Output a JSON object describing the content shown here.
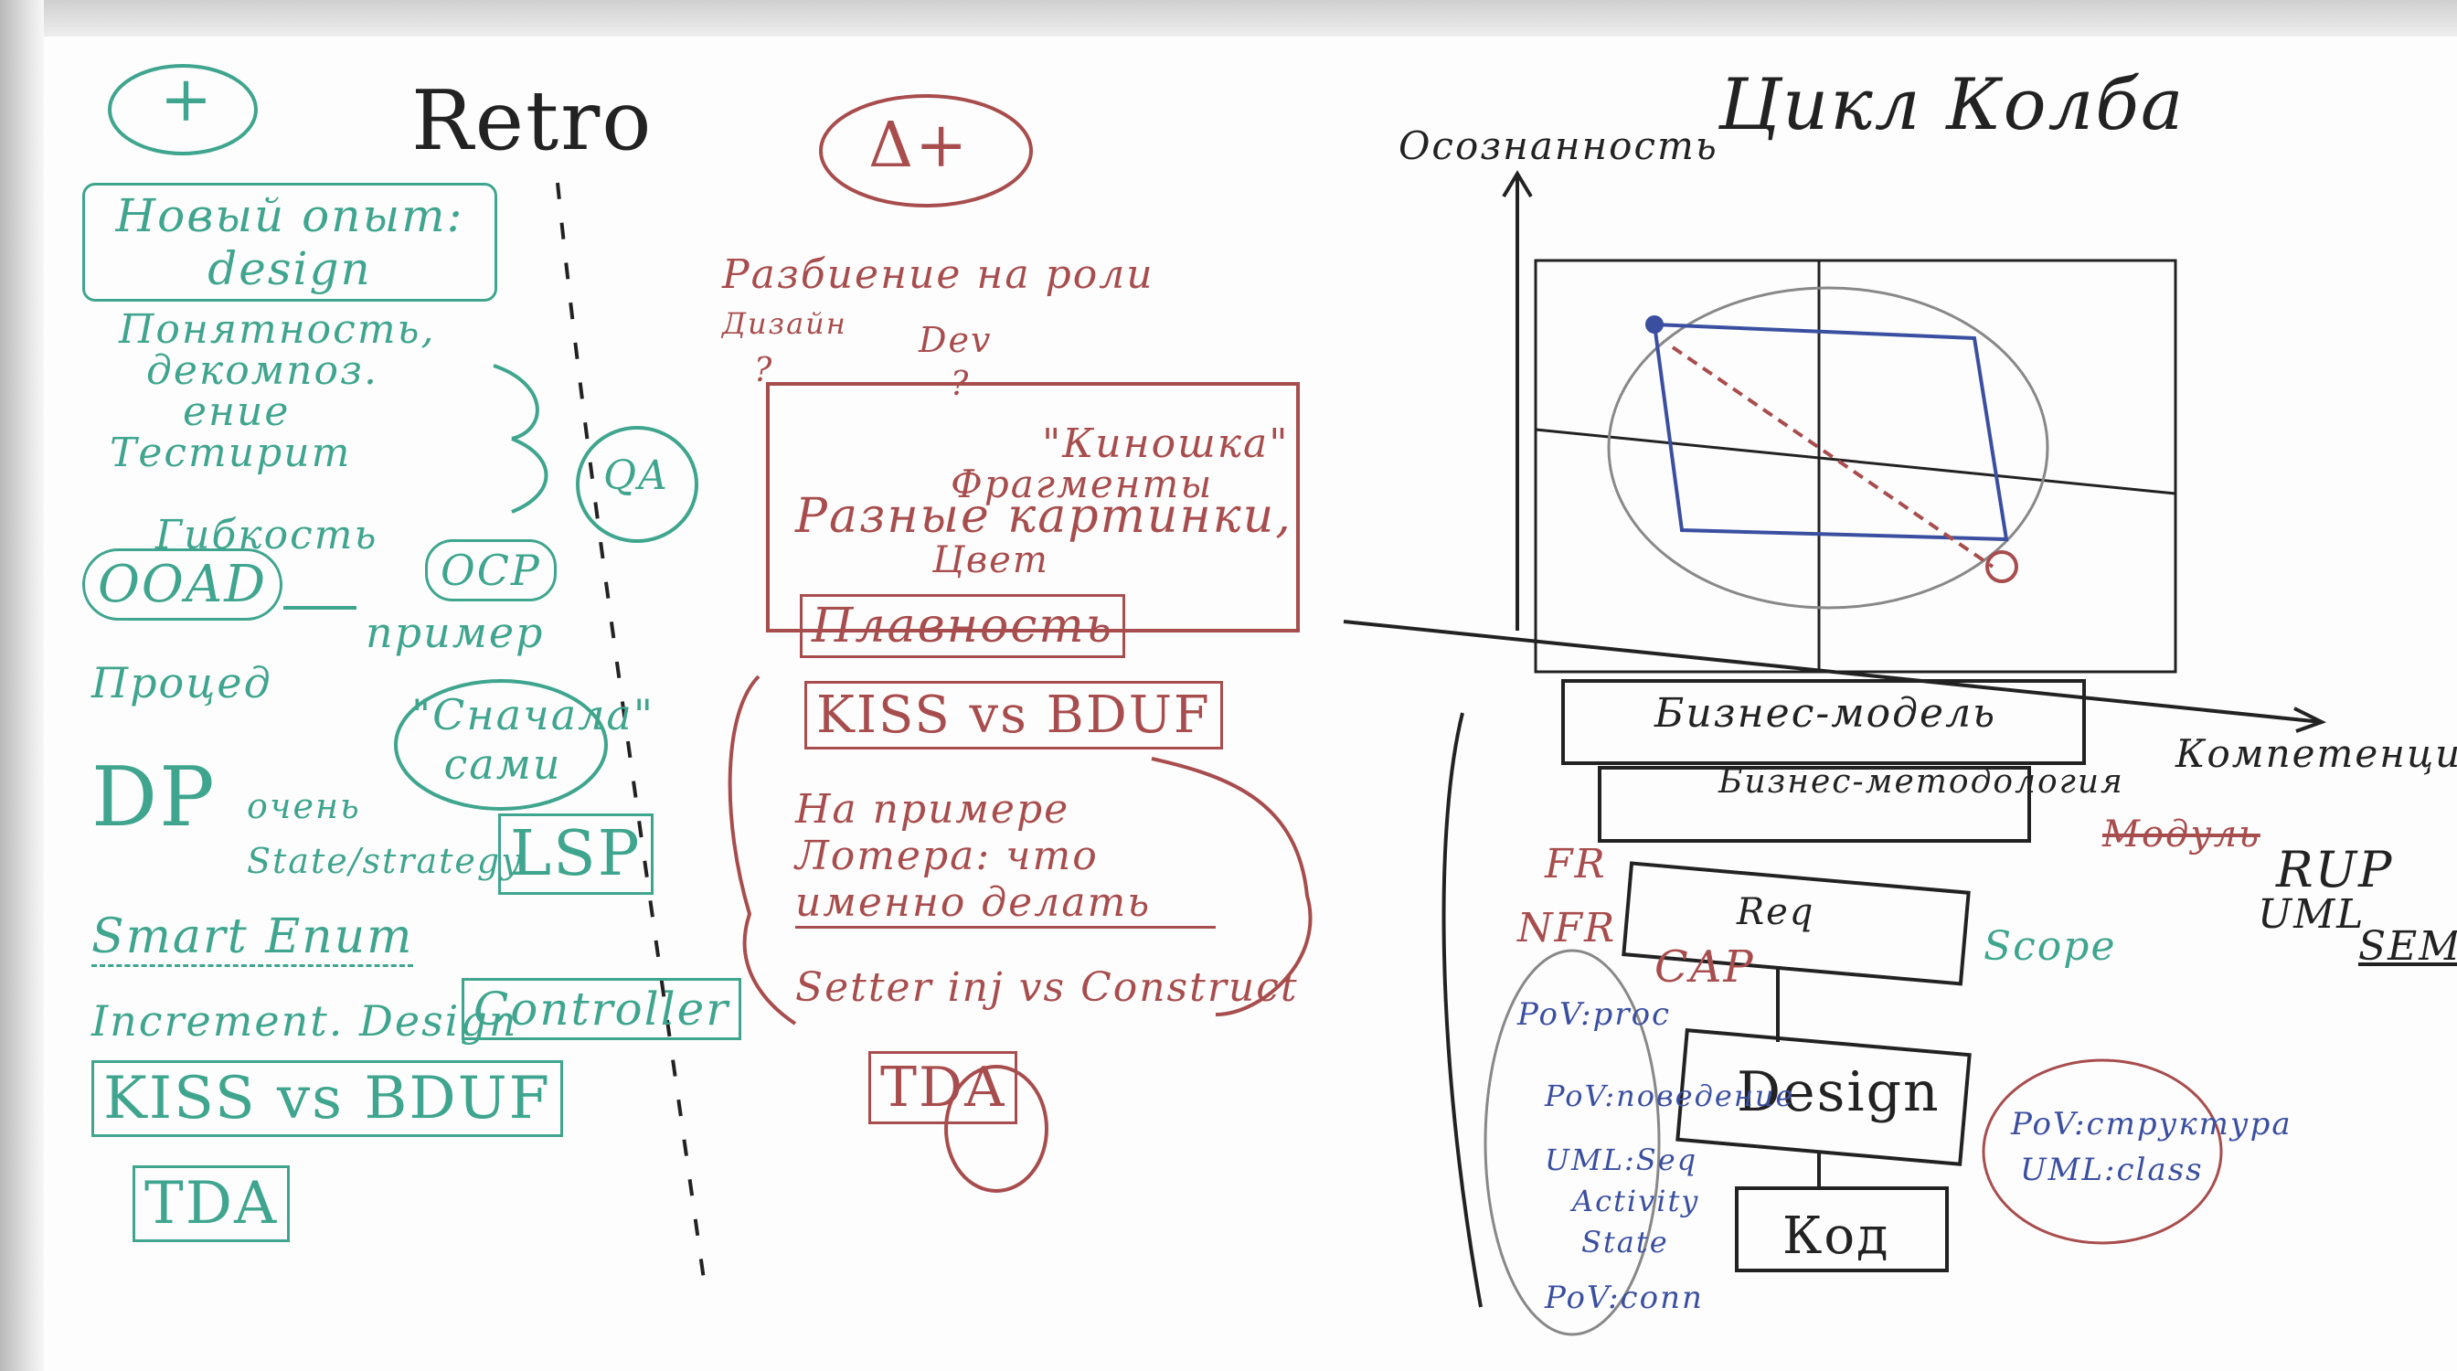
{
  "colors": {
    "teal": "#3fa58e",
    "red": "#a84d4d",
    "black": "#222222",
    "blue": "#3b4fa0"
  },
  "left": {
    "plus": "+",
    "title": "Retro",
    "items": [
      "Новый опыт: design",
      "Понятность,",
      "декомпоз.",
      "ение",
      "Тестирит",
      "Гибкость",
      "OCP",
      "OOAD",
      "пример",
      "Процед",
      "\"Сначала\" сами",
      "DP",
      "очень",
      "State/strategy",
      "Smart Enum",
      "Increment. Design",
      "KISS vs BDUF",
      "TDA",
      "QA",
      "LSP",
      "Controller"
    ]
  },
  "middle": {
    "delta": "Δ+",
    "title": "Разбиение на роли",
    "roles": [
      "Дизайн",
      "Dev",
      "?",
      "?"
    ],
    "items": [
      "\"Киношка\"",
      "Фрагменты",
      "Разные картинки,",
      "Цвет",
      "Плавность",
      "KISS vs BDUF",
      "На примере Лотера: что именно делать",
      "Setter inj vs Construct",
      "TDA"
    ]
  },
  "right": {
    "title": "Цикл Колба",
    "axis_y": "Осознанность",
    "axis_x": "Компетенция",
    "rup": "RUP",
    "uml": "UML",
    "semantics": "SEMA",
    "layers": [
      "Бизнес-модель",
      "Бизнес-методология",
      "Req",
      "Design",
      "Код"
    ],
    "side_notes": [
      "FR",
      "NFR",
      "CAP",
      "Scope",
      "Модуль",
      "PoV:proc",
      "PoV:поведение",
      "PoV:структура",
      "PoV:conn",
      "UML:Seq",
      "Activity",
      "State",
      "UML:class"
    ]
  }
}
